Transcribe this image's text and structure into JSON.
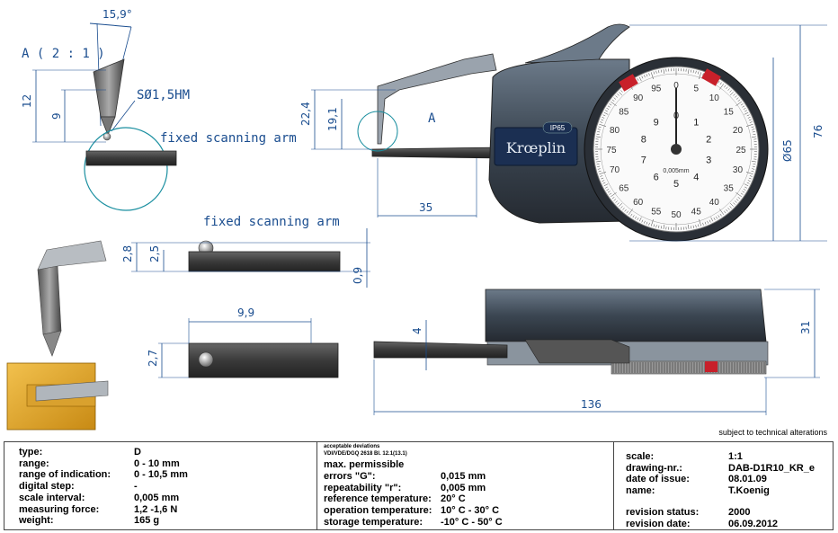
{
  "drawing": {
    "detail_scale": "A ( 2 : 1 )",
    "angle": "15,9°",
    "tip": "SØ1,5HM",
    "detail_ref": "A",
    "fixed_arm_1": "fixed scanning arm",
    "fixed_arm_2": "fixed scanning arm",
    "brand": "Krœplin",
    "ip_rating": "IP65",
    "dial_unit": "0,005mm",
    "dims": {
      "d12": "12",
      "d9": "9",
      "d22_4": "22,4",
      "d19_1": "19,1",
      "d35": "35",
      "d65": "Ø65",
      "d76": "76",
      "d2_8": "2,8",
      "d2_5": "2,5",
      "d0_9": "0,9",
      "d9_9": "9,9",
      "d2_7": "2,7",
      "d4": "4",
      "d31": "31",
      "d136": "136"
    },
    "dial_outer": [
      "0",
      "5",
      "10",
      "15",
      "20",
      "25",
      "30",
      "35",
      "40",
      "45",
      "50",
      "55",
      "60",
      "65",
      "70",
      "75",
      "80",
      "85",
      "90",
      "95"
    ],
    "dial_inner": [
      "0",
      "1",
      "2",
      "3",
      "4",
      "5",
      "6",
      "7",
      "8",
      "9"
    ]
  },
  "note": "subject to technical alterations",
  "specs": [
    {
      "key": "type:",
      "value": "D"
    },
    {
      "key": "range:",
      "value": "0 - 10 mm"
    },
    {
      "key": "range of indication:",
      "value": "0 - 10,5 mm"
    },
    {
      "key": "digital step:",
      "value": "-"
    },
    {
      "key": "scale interval:",
      "value": "0,005 mm"
    },
    {
      "key": "measuring force:",
      "value": "1,2 -1,6 N"
    },
    {
      "key": "weight:",
      "value": "165 g"
    }
  ],
  "deviations": {
    "head1": "acceptable deviations",
    "head2": "VDI/VDE/DGQ 2618 Bl. 12.1(13.1)",
    "title1": "max. permissible",
    "rows": [
      {
        "key": "errors \"G\":",
        "value": "0,015 mm"
      },
      {
        "key": "repeatability \"r\":",
        "value": "0,005 mm"
      },
      {
        "key": "reference temperature:",
        "value": "20° C"
      },
      {
        "key": "operation temperature:",
        "value": "10° C - 30° C"
      },
      {
        "key": "storage temperature:",
        "value": "-10° C - 50° C"
      }
    ]
  },
  "doc": [
    {
      "key": "scale:",
      "value": "1:1"
    },
    {
      "key": "drawing-nr.:",
      "value": "DAB-D1R10_KR_e"
    },
    {
      "key": "date of issue:",
      "value": "08.01.09"
    },
    {
      "key": "name:",
      "value": "T.Koenig"
    },
    {
      "key": "revision status:",
      "value": "2000"
    },
    {
      "key": "revision date:",
      "value": "06.09.2012"
    }
  ]
}
